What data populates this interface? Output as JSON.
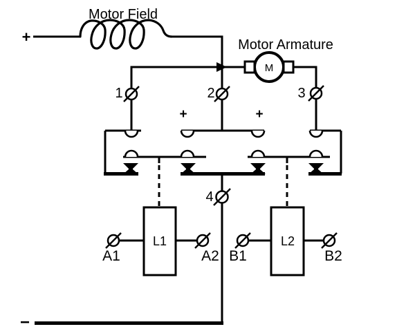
{
  "diagram": {
    "type": "reversing-contactor-motor-circuit-schematic",
    "background_color": "#ffffff",
    "line_color": "#000000",
    "supply": {
      "positive_label": "+",
      "negative_label": "−"
    },
    "motor_field": {
      "label": "Motor Field"
    },
    "motor_armature": {
      "label": "Motor Armature",
      "symbol_letter": "M"
    },
    "switch_contacts": {
      "polarity_mark_left": "+",
      "polarity_mark_right": "+"
    },
    "terminals": {
      "t1": "1",
      "t2": "2",
      "t3": "3",
      "t4": "4"
    },
    "coils": {
      "l1": {
        "label": "L1",
        "left_terminal": "A1",
        "right_terminal": "A2"
      },
      "l2": {
        "label": "L2",
        "left_terminal": "B1",
        "right_terminal": "B2"
      }
    }
  }
}
